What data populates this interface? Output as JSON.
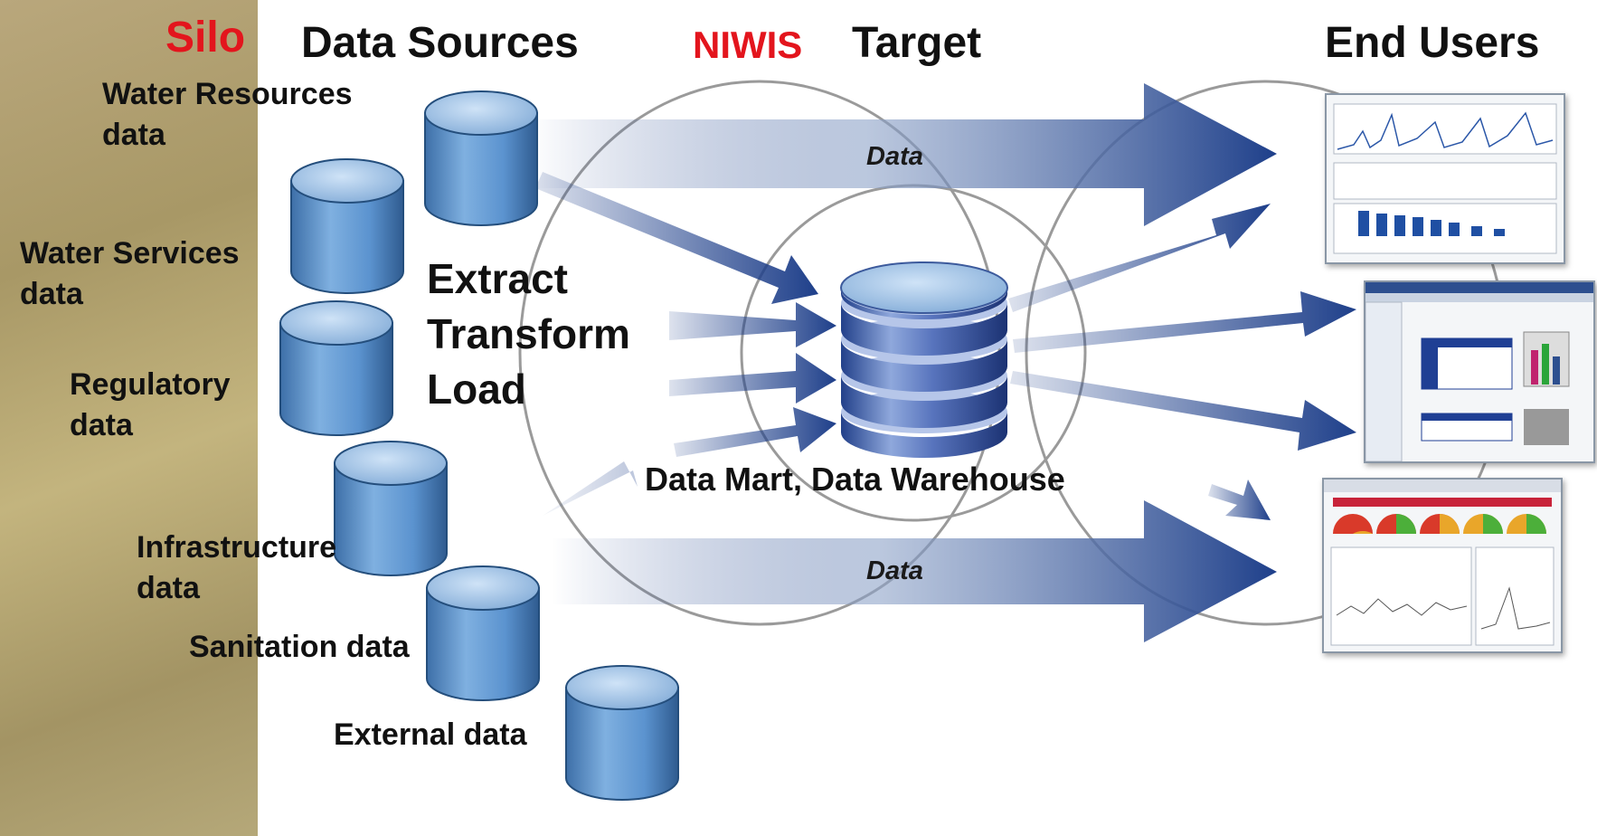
{
  "headers": {
    "silo": "Silo",
    "data_sources": "Data Sources",
    "niwis": "NIWIS",
    "target": "Target",
    "end_users": "End Users"
  },
  "sources": [
    {
      "label": "Water Resources\ndata"
    },
    {
      "label": "Water Services\ndata"
    },
    {
      "label": "Regulatory\ndata"
    },
    {
      "label": "Infrastructure\ndata"
    },
    {
      "label": "Sanitation data"
    },
    {
      "label": "External data"
    }
  ],
  "etl": "Extract\nTransform\nLoad",
  "flows": {
    "top": "Data",
    "bottom": "Data"
  },
  "warehouse_label": "Data Mart, Data Warehouse",
  "colors": {
    "accent_red": "#e3151d",
    "arrow_blue": "#1e3f8a",
    "cylinder_blue": "#5b93cf",
    "silo_background": "#b0a06f"
  }
}
